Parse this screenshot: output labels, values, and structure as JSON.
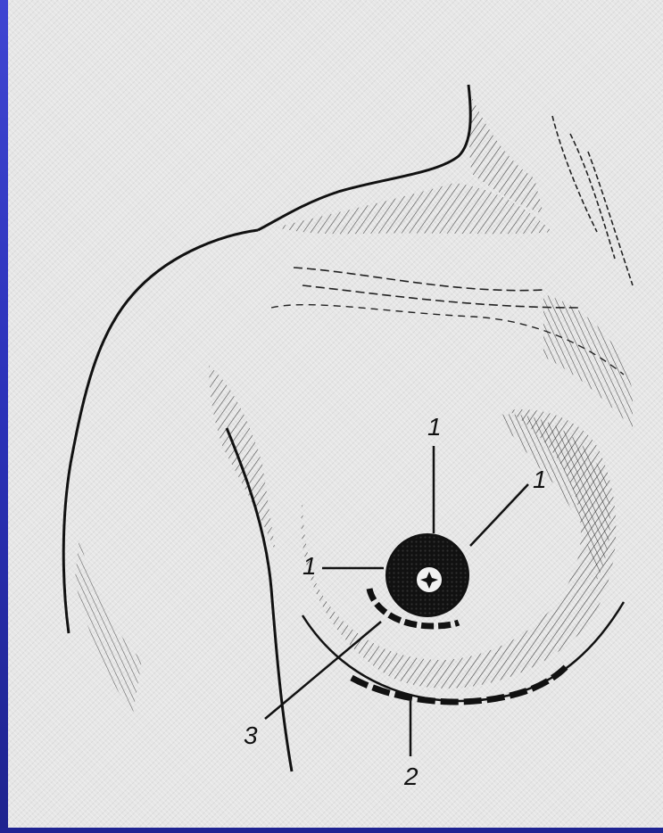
{
  "diagram": {
    "labels": {
      "top": "1",
      "upper_right": "1",
      "left": "1",
      "bottom": "2",
      "lower_left": "3"
    }
  }
}
